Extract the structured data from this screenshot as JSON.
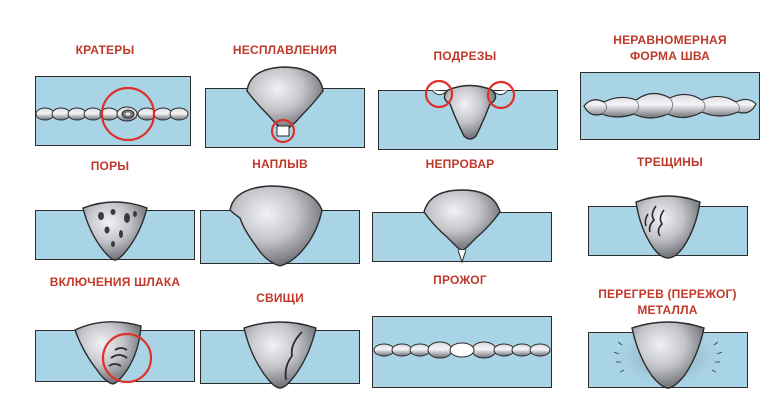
{
  "title": "",
  "colors": {
    "label": "#c0392b",
    "plate": "#a9d4e6",
    "weld_light": "#e6e6ea",
    "weld_dark": "#55575e",
    "outline": "#2b2b2b",
    "highlight_ring": "#e0302a"
  },
  "defects": [
    {
      "id": "craters",
      "label": "КРАТЕРЫ"
    },
    {
      "id": "lack_of_fusion",
      "label": "НЕСПЛАВЛЕНИЯ"
    },
    {
      "id": "undercuts",
      "label": "ПОДРЕЗЫ"
    },
    {
      "id": "uneven_bead",
      "label_line1": "НЕРАВНОМЕРНАЯ",
      "label_line2": "ФОРМА ШВА"
    },
    {
      "id": "pores",
      "label": "ПОРЫ"
    },
    {
      "id": "overlap",
      "label": "НАПЛЫВ"
    },
    {
      "id": "incomplete_penetration",
      "label": "НЕПРОВАР"
    },
    {
      "id": "cracks",
      "label": "ТРЕЩИНЫ"
    },
    {
      "id": "slag_inclusions",
      "label": "ВКЛЮЧЕНИЯ ШЛАКА"
    },
    {
      "id": "fistulas",
      "label": "СВИЩИ"
    },
    {
      "id": "burn_through",
      "label": "ПРОЖОГ"
    },
    {
      "id": "overheating",
      "label_line1": "ПЕРЕГРЕВ (ПЕРЕЖОГ)",
      "label_line2": "МЕТАЛЛА"
    }
  ]
}
